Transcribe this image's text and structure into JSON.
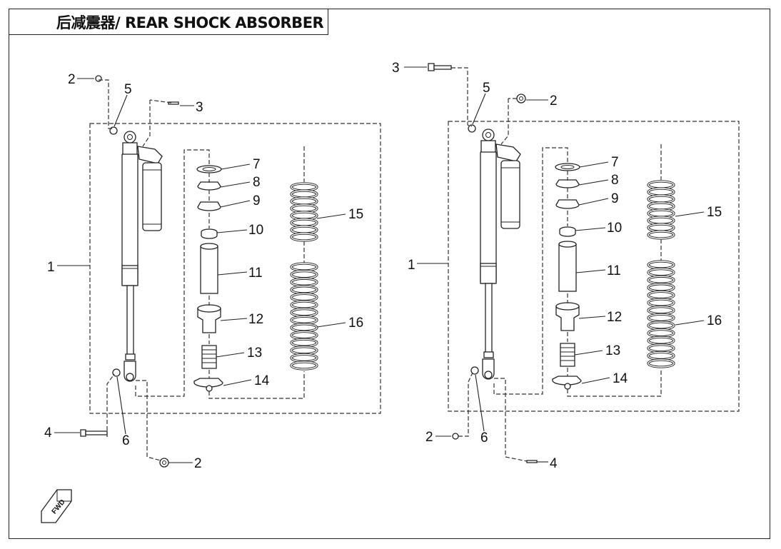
{
  "title": "后减震器/ REAR SHOCK ABSORBER",
  "fwd_label": "FWD",
  "left_assembly": {
    "labels": [
      "1",
      "2",
      "2",
      "3",
      "4",
      "5",
      "6",
      "7",
      "8",
      "9",
      "10",
      "11",
      "12",
      "13",
      "14",
      "15",
      "16"
    ]
  },
  "right_assembly": {
    "labels": [
      "1",
      "2",
      "2",
      "3",
      "4",
      "5",
      "6",
      "7",
      "8",
      "9",
      "10",
      "11",
      "12",
      "13",
      "14",
      "15",
      "16"
    ]
  },
  "colors": {
    "line": "#222222",
    "background": "#ffffff"
  }
}
